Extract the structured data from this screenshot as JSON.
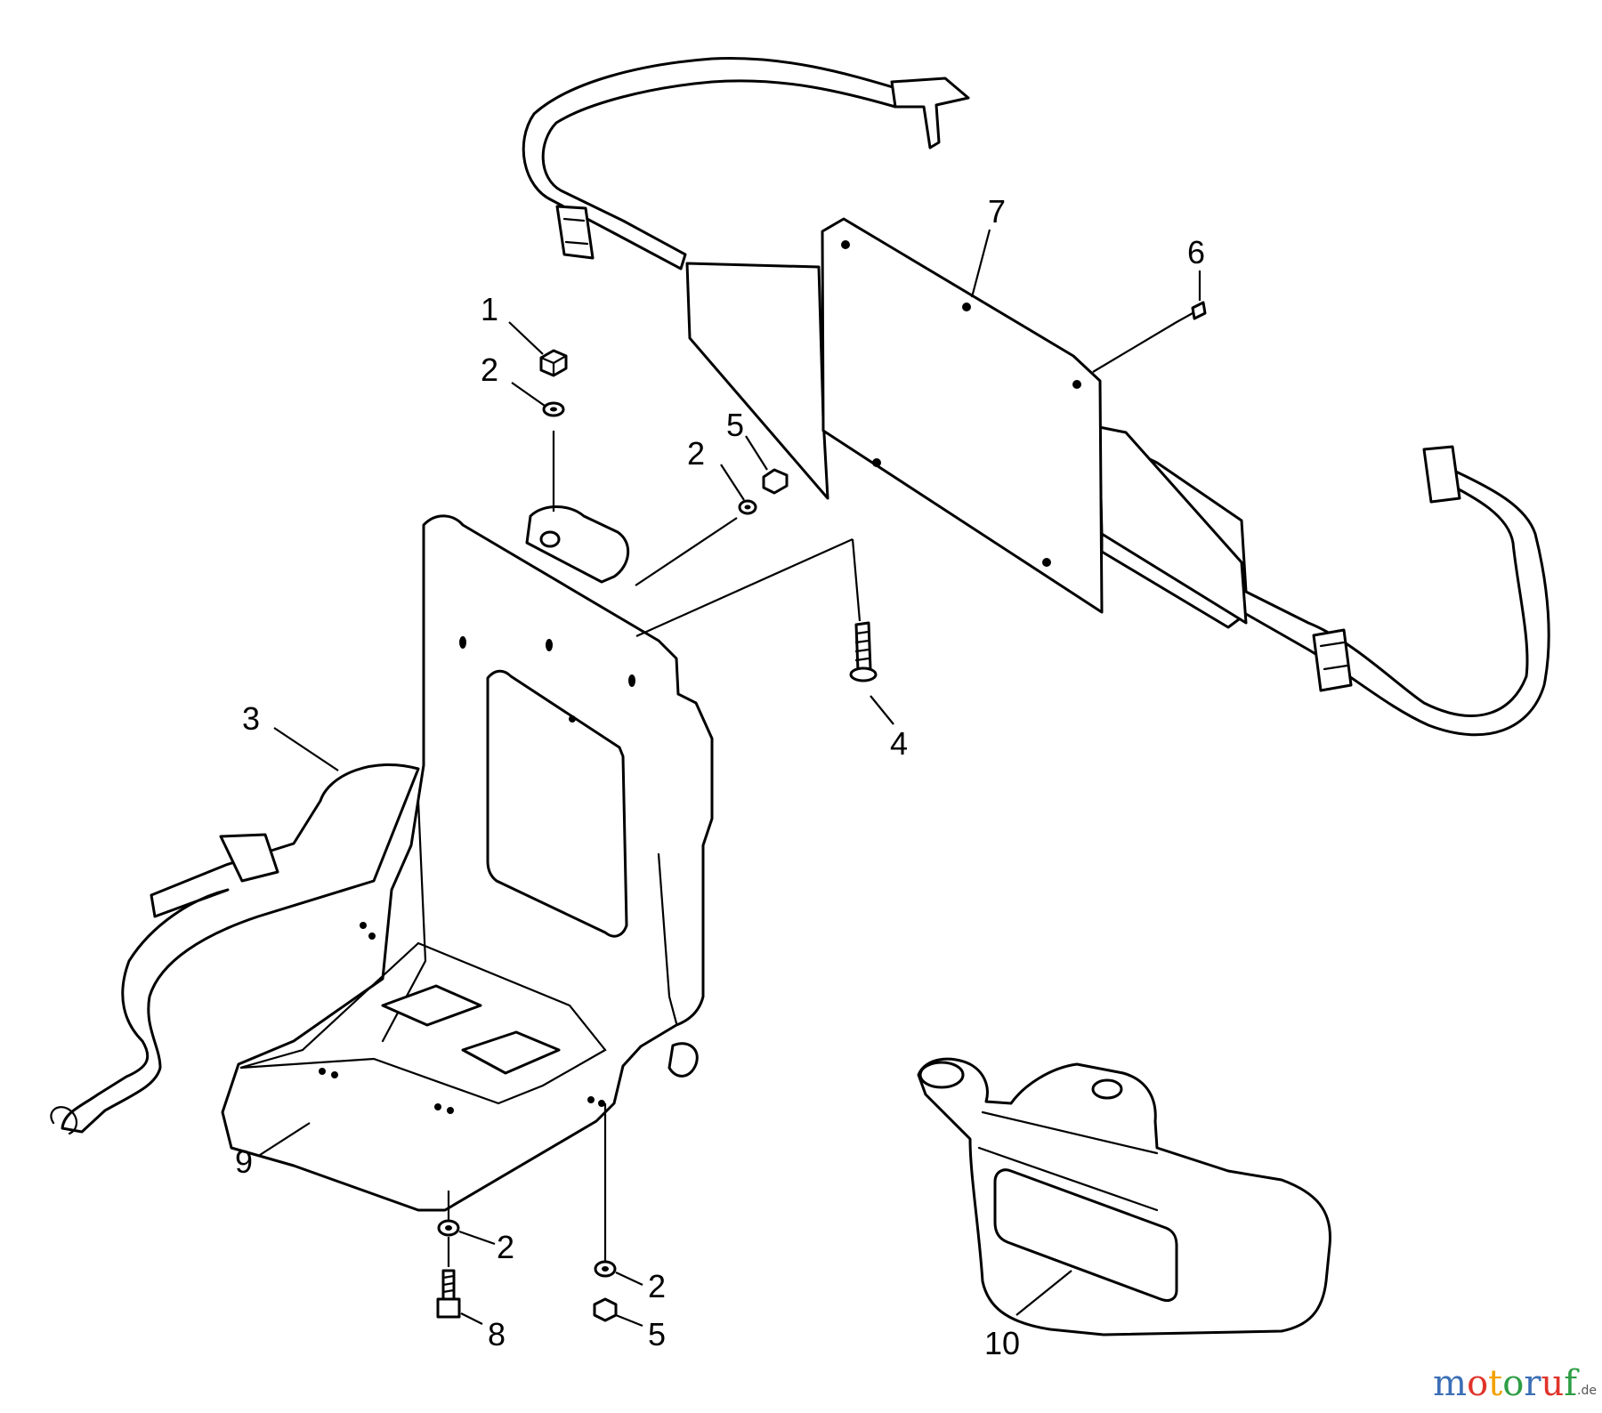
{
  "diagram": {
    "callouts": {
      "c1": "1",
      "c2a": "2",
      "c2b": "2",
      "c5a": "5",
      "c7": "7",
      "c6": "6",
      "c3": "3",
      "c4": "4",
      "c9": "9",
      "c2c": "2",
      "c2d": "2",
      "c8": "8",
      "c5b": "5",
      "c10": "10"
    }
  },
  "watermark": {
    "m": "m",
    "o1": "o",
    "t": "t",
    "o2": "o",
    "r": "r",
    "u": "u",
    "f": "f",
    "suffix": ".de"
  }
}
